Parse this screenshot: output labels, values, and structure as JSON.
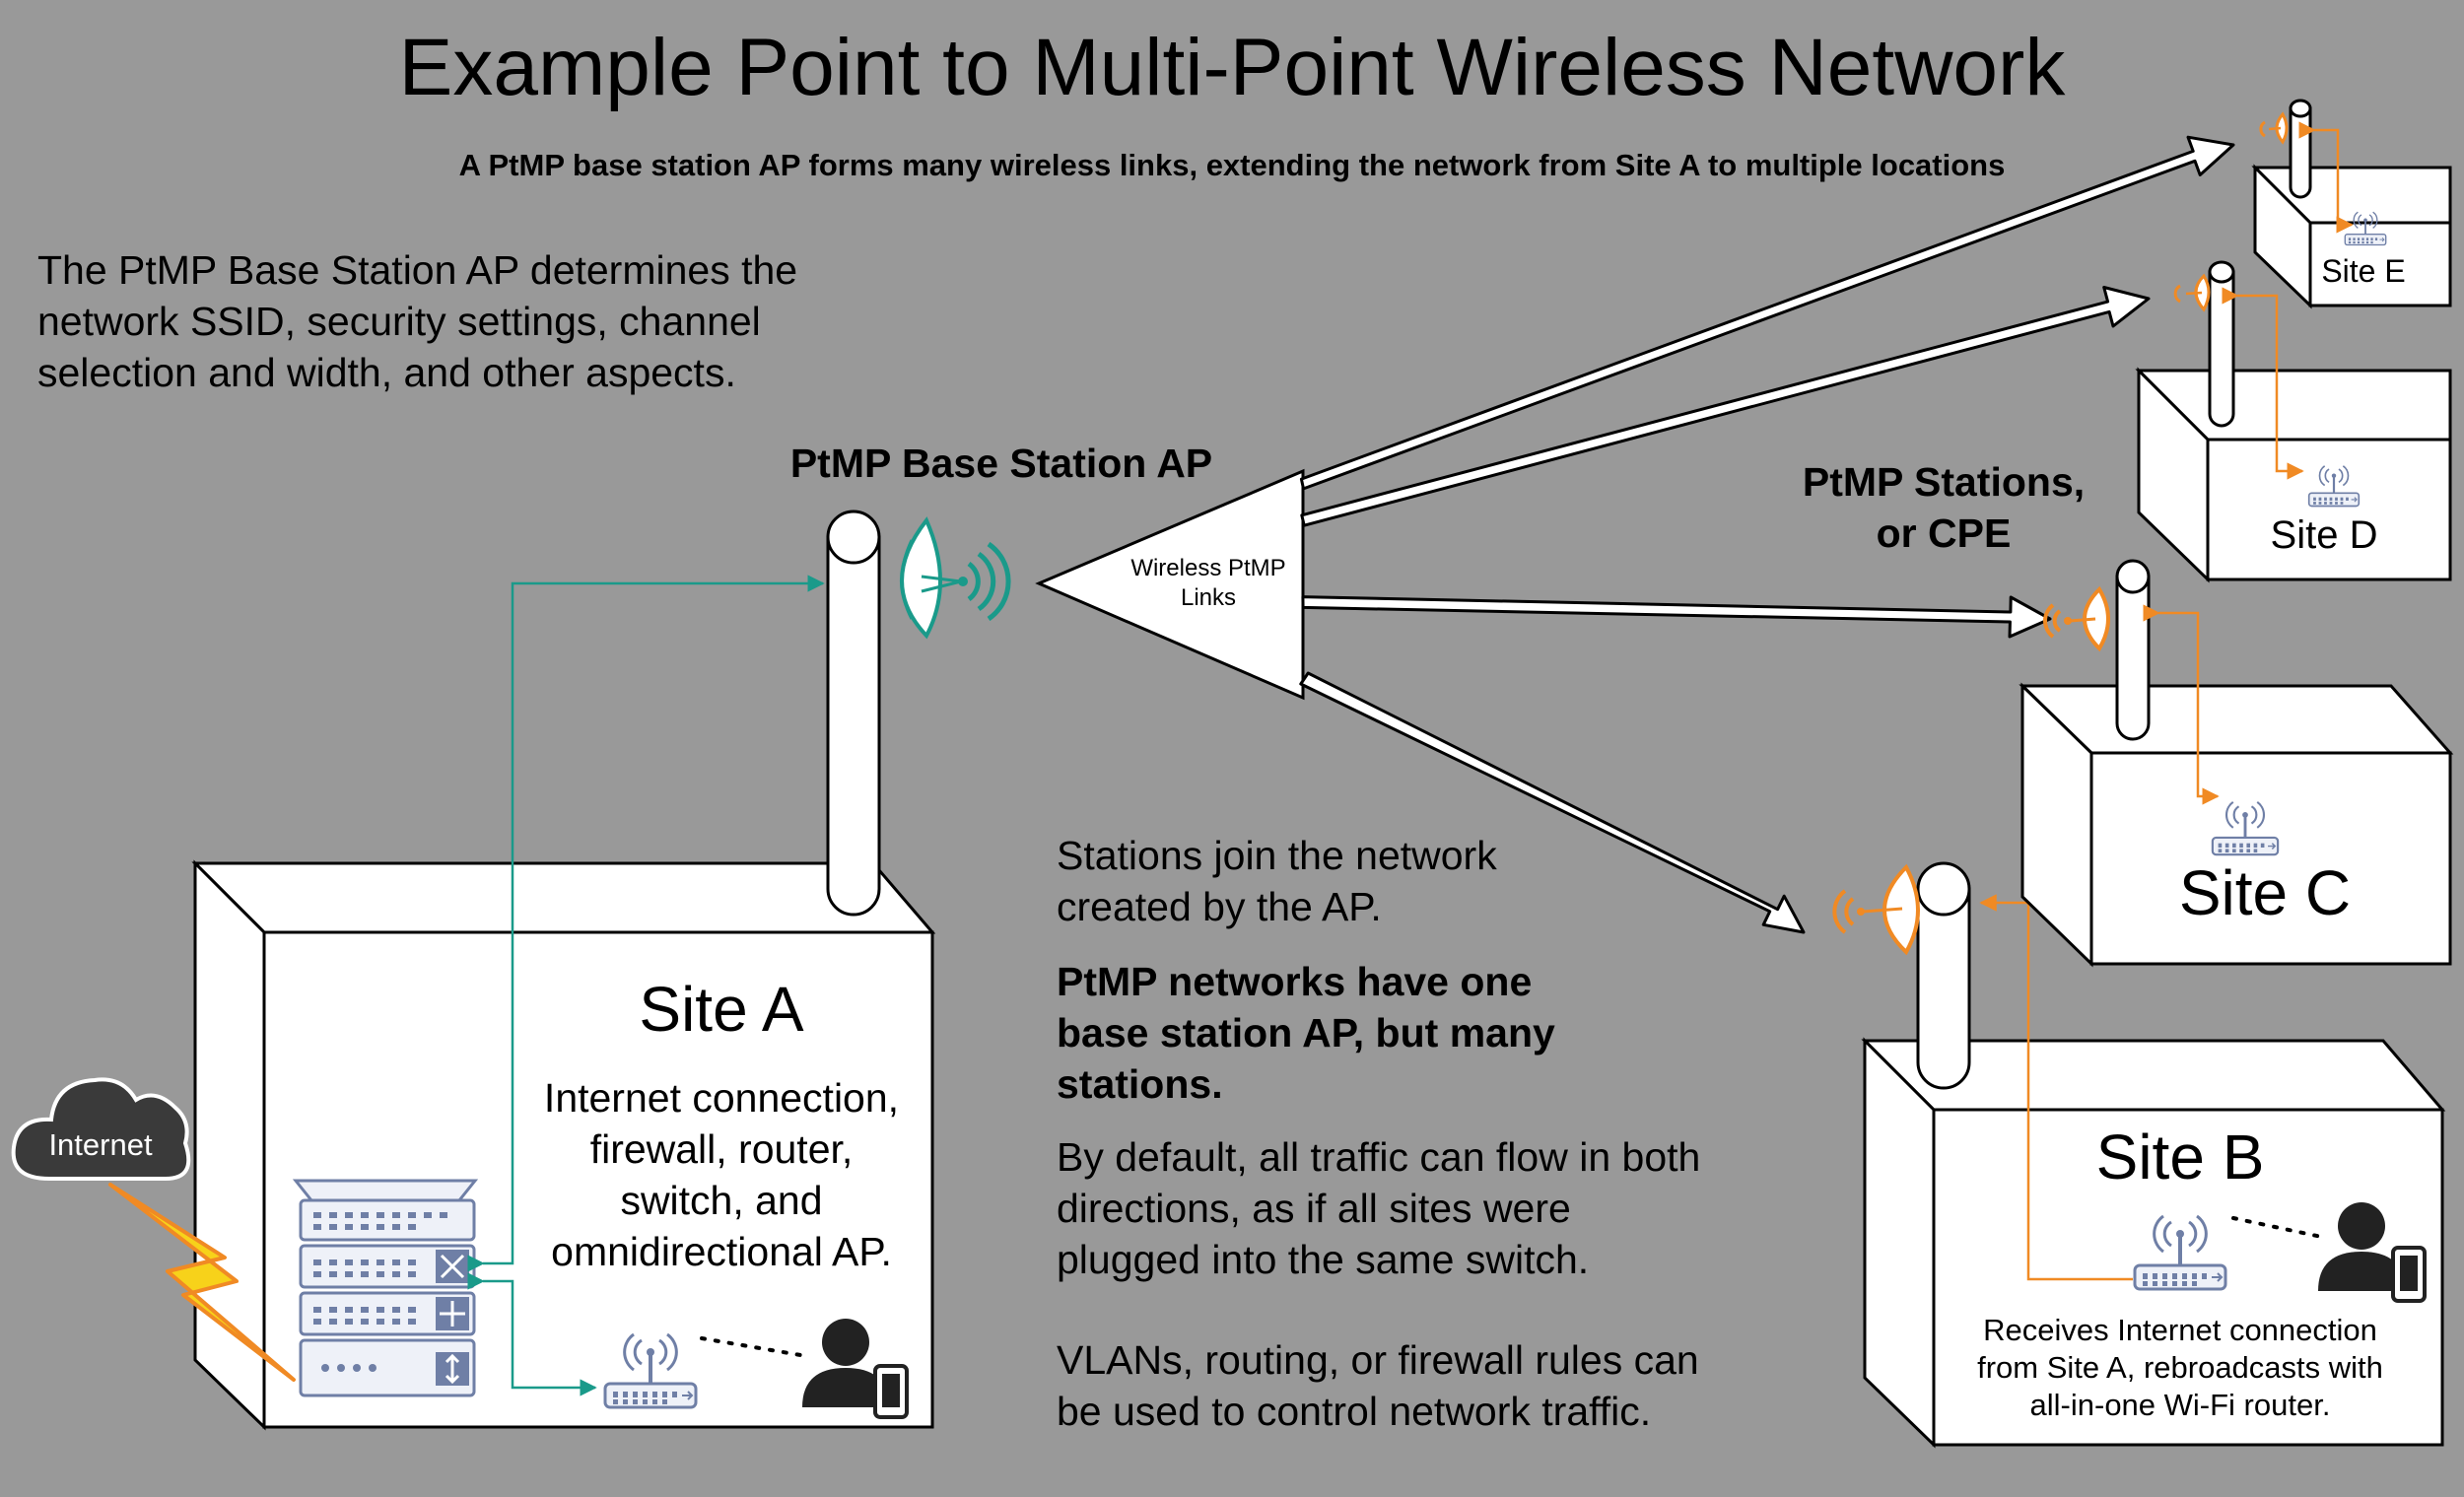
{
  "title": "Example Point to Multi-Point Wireless Network",
  "subtitle": "A PtMP base station AP forms many wireless links, extending the network from Site A to multiple locations",
  "ap_note": [
    "The PtMP Base Station AP determines the",
    "network SSID, security settings, channel",
    "selection and width, and other aspects."
  ],
  "base_station_label": "PtMP Base Station AP",
  "links_label": [
    "Wireless PtMP",
    "Links"
  ],
  "stations_label": [
    "PtMP Stations,",
    "or CPE"
  ],
  "stations_note": {
    "join": [
      "Stations join the network",
      "created by the AP."
    ],
    "bold": [
      "PtMP networks have one",
      "base station AP, but many",
      "stations."
    ],
    "default": [
      "By default, all traffic can flow in both",
      "directions, as if all sites were",
      "plugged into the same switch."
    ],
    "vlans": [
      "VLANs, routing, or firewall rules can",
      "be used to control network traffic."
    ]
  },
  "internet_label": "Internet",
  "sites": {
    "a": {
      "name": "Site A",
      "desc": [
        "Internet connection,",
        "firewall, router,",
        "switch, and",
        "omnidirectional AP."
      ]
    },
    "b": {
      "name": "Site B",
      "desc": [
        "Receives Internet connection",
        "from Site A, rebroadcasts with",
        "all-in-one Wi-Fi router."
      ]
    },
    "c": {
      "name": "Site C"
    },
    "d": {
      "name": "Site D"
    },
    "e": {
      "name": "Site E"
    }
  },
  "colors": {
    "background": "#999999",
    "teal": "#1a9a8a",
    "orange": "#f08a24",
    "router": "#6f7fa6",
    "cloud": "#3a3a3a",
    "lightning": "#f7d21a"
  }
}
